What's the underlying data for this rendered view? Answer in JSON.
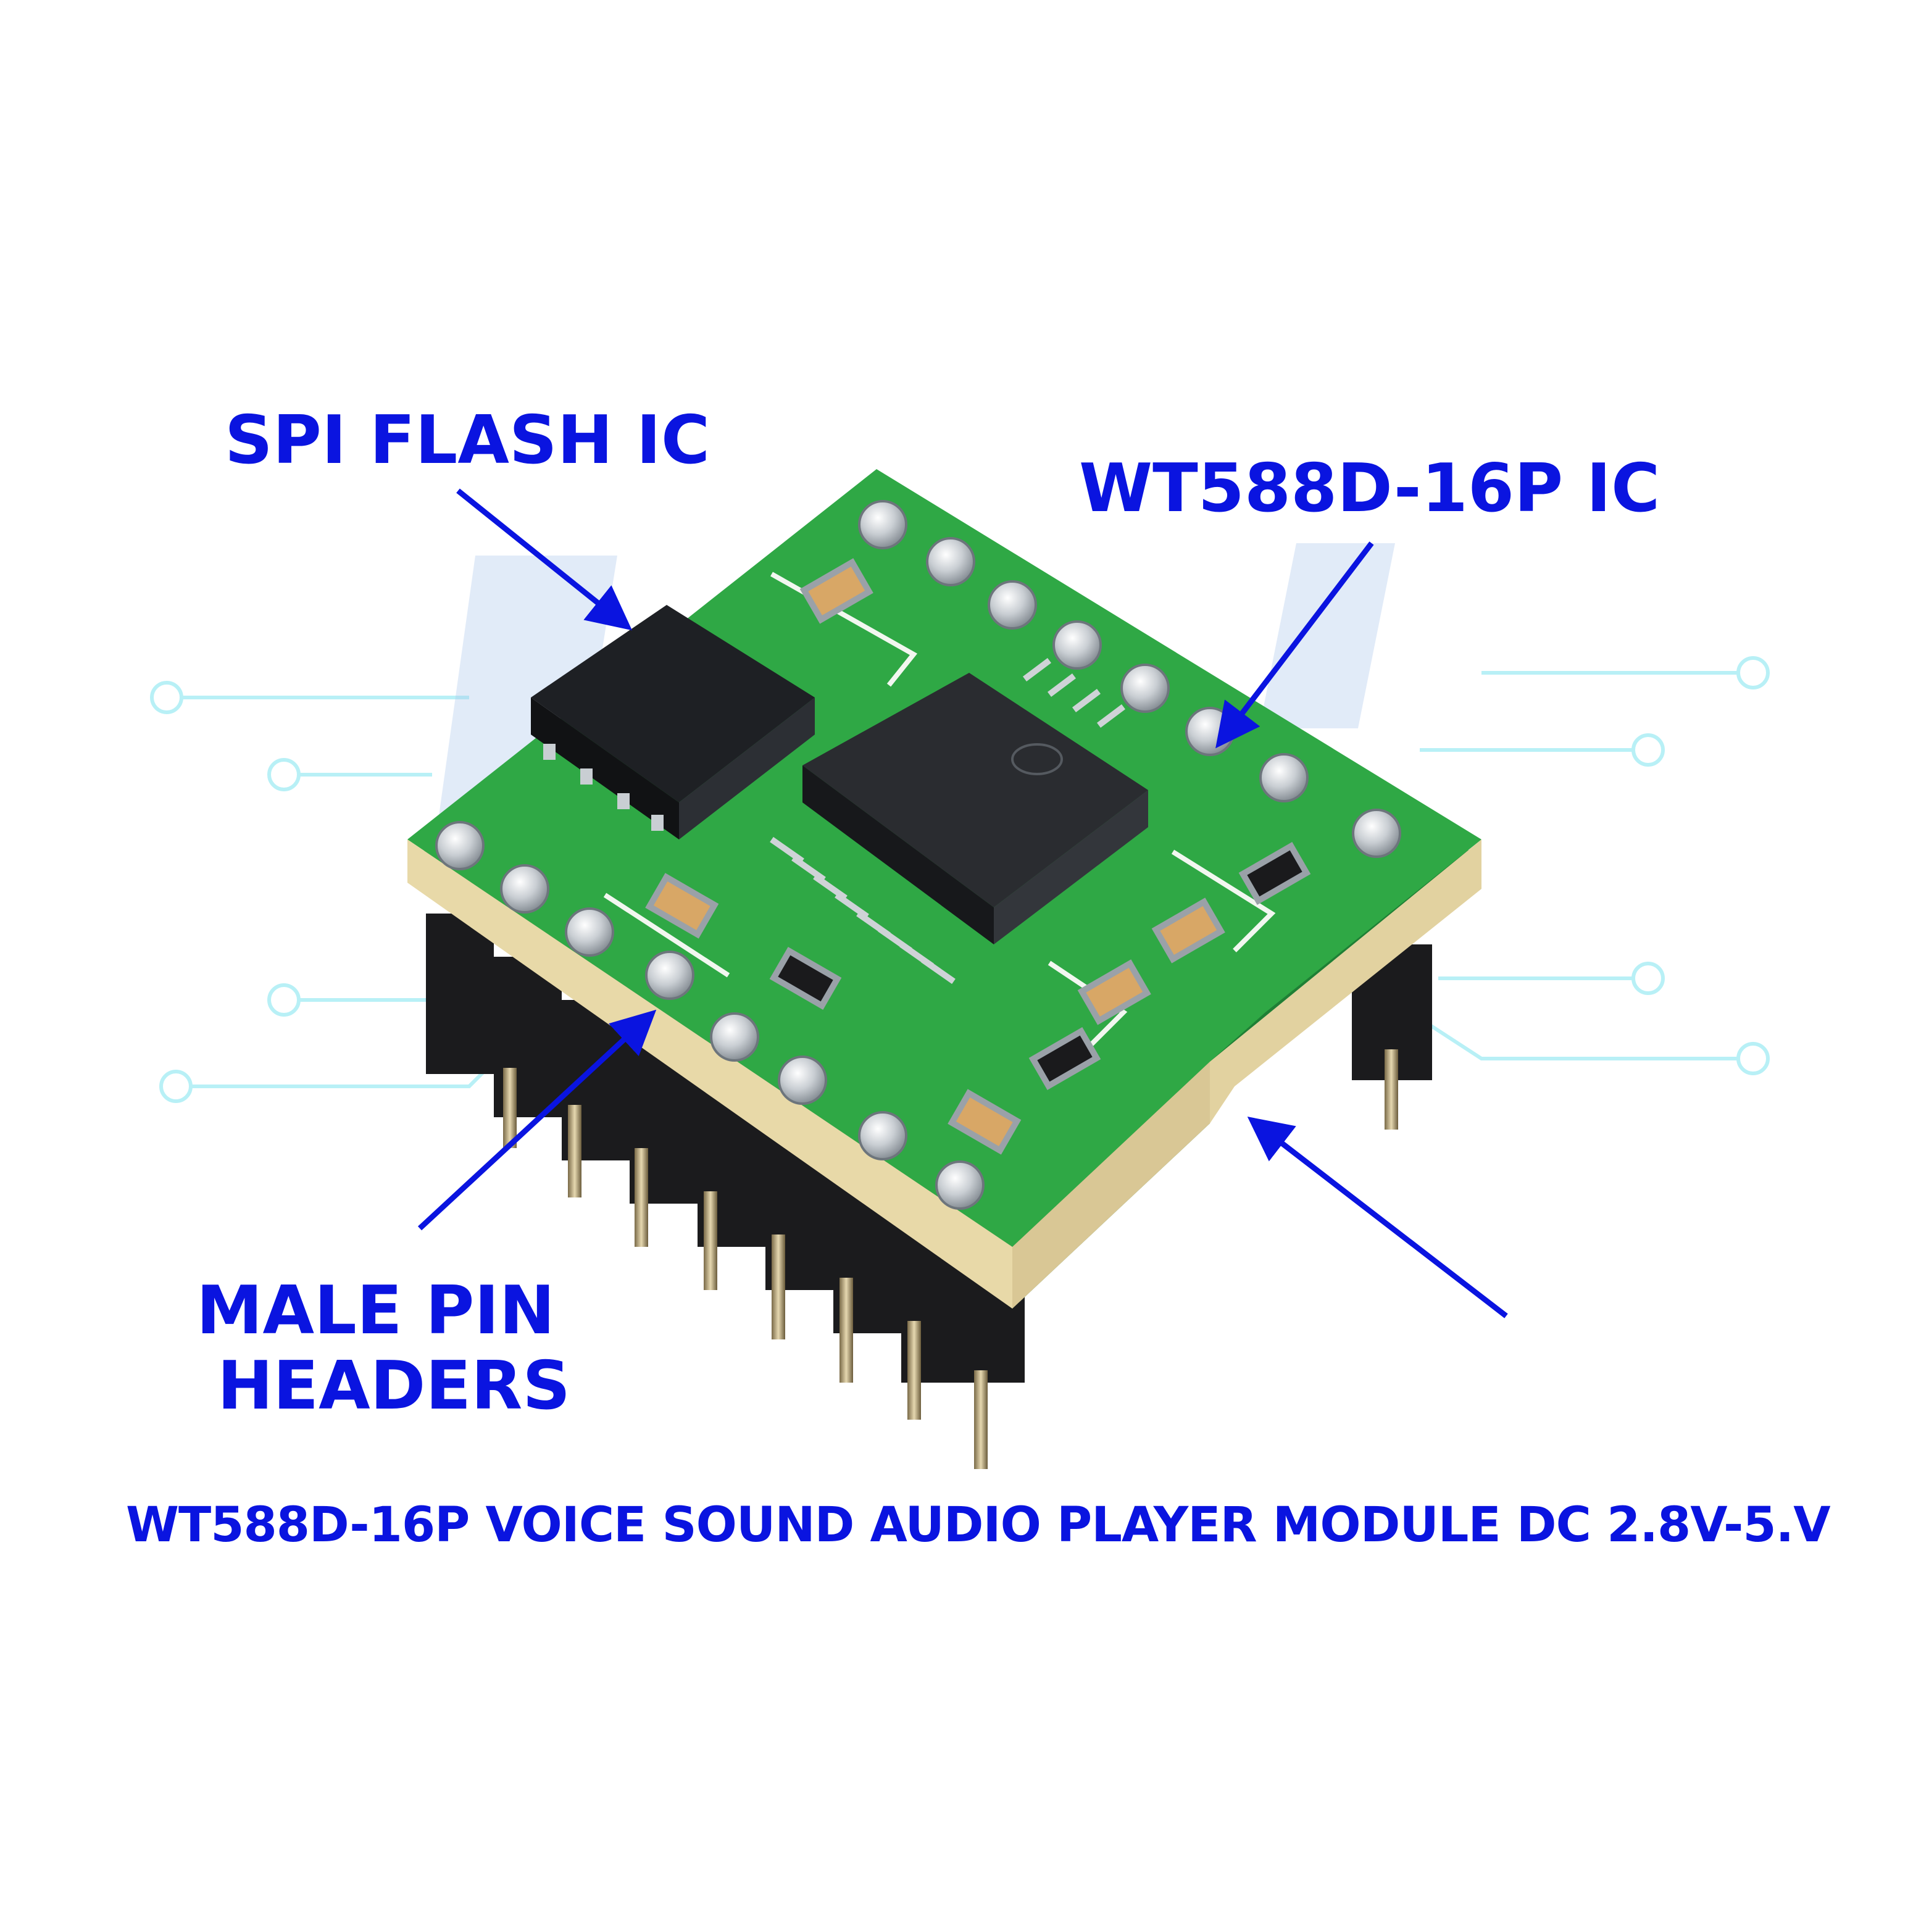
{
  "labels": {
    "spi_flash": "SPI FLASH IC",
    "wt588d_ic": "WT588D-16P IC",
    "male_pin_line1": "MALE PIN",
    "male_pin_line2": "HEADERS"
  },
  "caption": "WT588D-16P VOICE SOUND AUDIO PLAYER MODULE DC 2.8V-5.V",
  "colors": {
    "label_blue": "#0a14e0",
    "pcb_green": "#2fa845",
    "circuit_cyan": "#b8f0f6",
    "chip_black": "#2a2c30",
    "solder_silver": "#c9ced3"
  }
}
